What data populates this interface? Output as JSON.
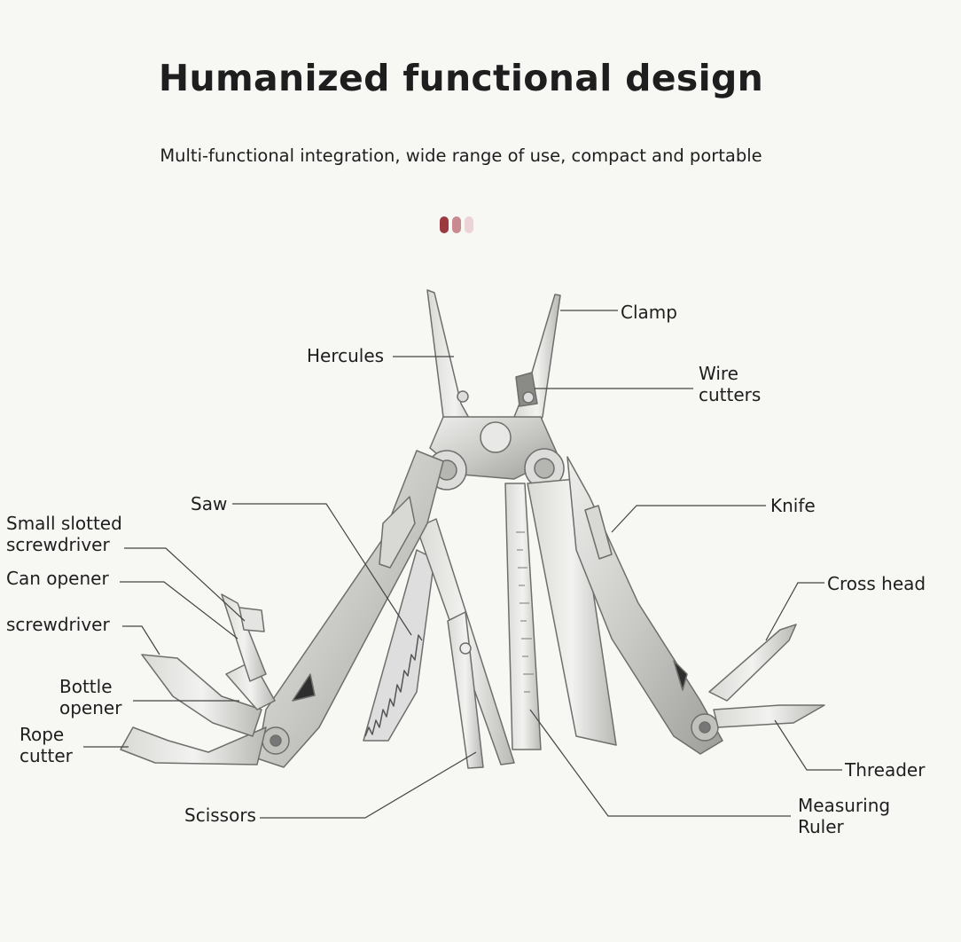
{
  "header": {
    "title": "Humanized functional design",
    "subtitle": "Multi-functional integration, wide range of use, compact and portable"
  },
  "indicator_dots": [
    "#9a3a40",
    "#c98a8f",
    "#ecd4d6"
  ],
  "labels": {
    "clamp": "Clamp",
    "hercules": "Hercules",
    "wire_cutters": "Wire\ncutters",
    "saw": "Saw",
    "knife": "Knife",
    "small_slotted_screwdriver": "Small slotted\nscrewdriver",
    "can_opener": "Can opener",
    "screwdriver": "screwdriver",
    "cross_head": "Cross head",
    "bottle_opener": "Bottle\nopener",
    "rope_cutter": "Rope\ncutter",
    "threader": "Threader",
    "scissors": "Scissors",
    "measuring_ruler": "Measuring\nRuler"
  }
}
